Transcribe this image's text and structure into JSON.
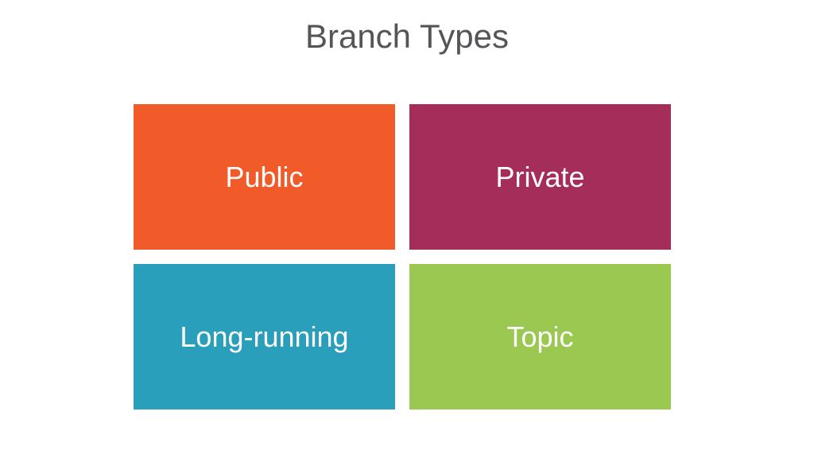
{
  "title": "Branch Types",
  "tiles": [
    {
      "label": "Public",
      "color": "#f15a29"
    },
    {
      "label": "Private",
      "color": "#a52d5a"
    },
    {
      "label": "Long-running",
      "color": "#2a9fbc"
    },
    {
      "label": "Topic",
      "color": "#9bc850"
    }
  ]
}
